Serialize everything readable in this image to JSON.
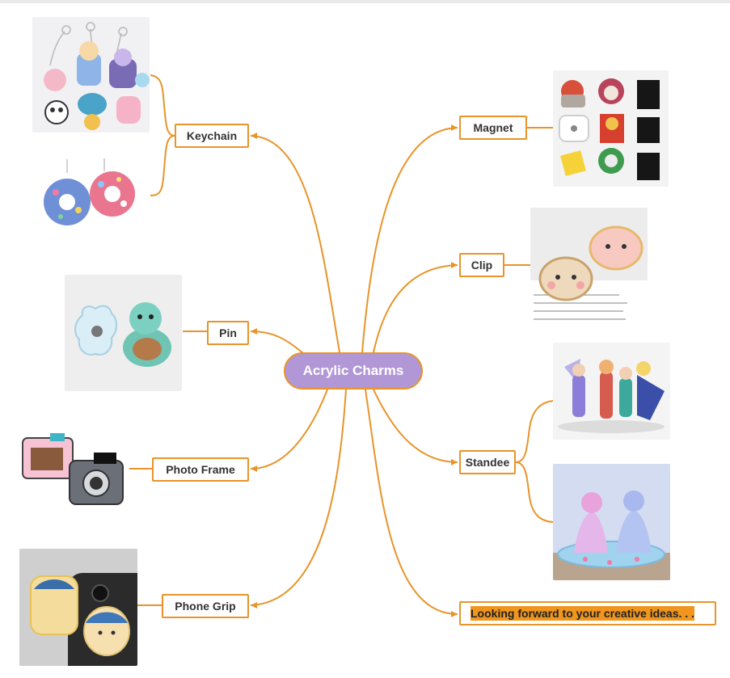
{
  "root": {
    "label": "Acrylic Charms"
  },
  "branches": {
    "keychain": "Keychain",
    "pin": "Pin",
    "photo_frame": "Photo Frame",
    "phone_grip": "Phone Grip",
    "magnet": "Magnet",
    "clip": "Clip",
    "standee": "Standee"
  },
  "note": {
    "text": "Looking forward to your creative ideas. . ."
  },
  "colors": {
    "connector": "#e8942a",
    "root_fill": "#b197d6",
    "highlight": "#f0951d"
  },
  "images": [
    {
      "branch": "keychain",
      "subject": "assorted anime acrylic keychains"
    },
    {
      "branch": "keychain",
      "subject": "donut shaped acrylic keychains"
    },
    {
      "branch": "pin",
      "subject": "acrylic pins"
    },
    {
      "branch": "photo_frame",
      "subject": "camera shaped acrylic photo frames"
    },
    {
      "branch": "phone_grip",
      "subject": "acrylic phone grip"
    },
    {
      "branch": "magnet",
      "subject": "acrylic magnets"
    },
    {
      "branch": "clip",
      "subject": "acrylic clip"
    },
    {
      "branch": "standee",
      "subject": "anime character standees"
    },
    {
      "branch": "standee",
      "subject": "character standees"
    }
  ]
}
